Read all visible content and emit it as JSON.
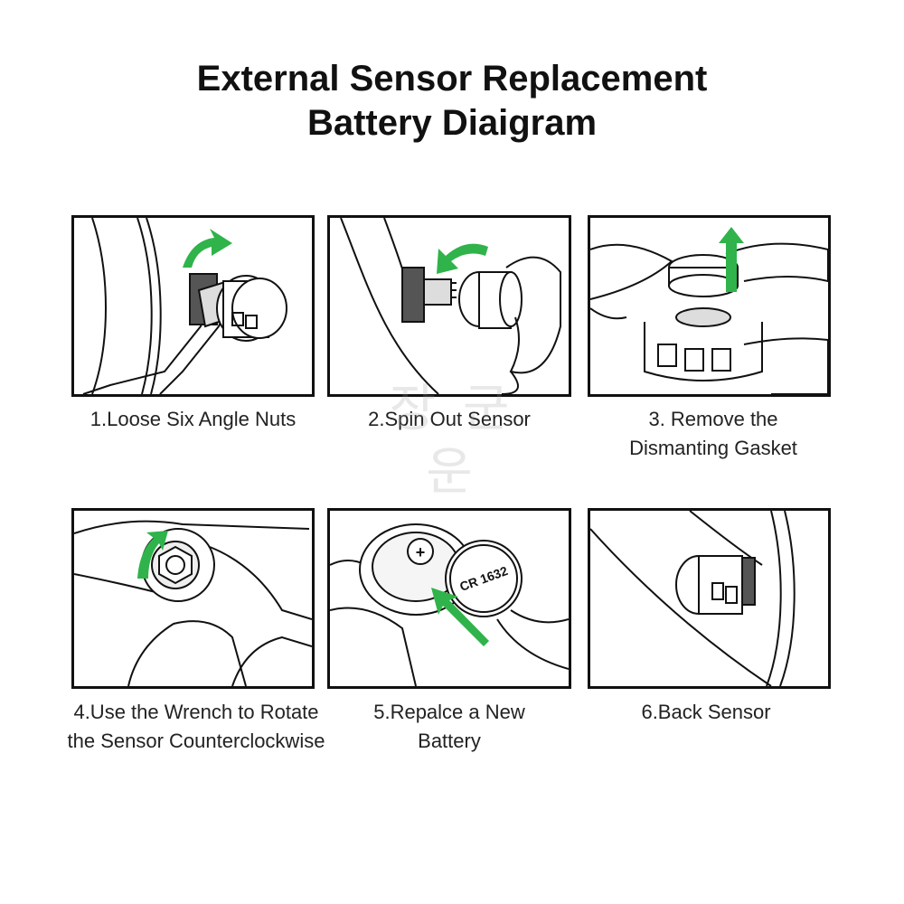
{
  "title": {
    "line1": "External Sensor Replacement",
    "line2": "Battery Diaigram"
  },
  "colors": {
    "accent_green": "#2fb34a",
    "line": "#111111"
  },
  "steps": [
    {
      "lines": [
        "1.Loose Six Angle Nuts"
      ],
      "icon": "wrench-loosen-icon"
    },
    {
      "lines": [
        "2.Spin Out Sensor"
      ],
      "icon": "spin-out-sensor-icon"
    },
    {
      "lines": [
        "3. Remove the",
        "Dismanting Gasket"
      ],
      "icon": "remove-gasket-icon"
    },
    {
      "lines": [
        "4.Use the Wrench to Rotate",
        "the Sensor Counterclockwise"
      ],
      "icon": "wrench-rotate-icon"
    },
    {
      "lines": [
        "5.Repalce a New",
        "Battery"
      ],
      "icon": "battery-replace-icon"
    },
    {
      "lines": [
        "6.Back Sensor"
      ],
      "icon": "sensor-installed-icon"
    }
  ],
  "battery_label": "CR 1632",
  "battery_plus": "+",
  "watermark": "장 군 운"
}
